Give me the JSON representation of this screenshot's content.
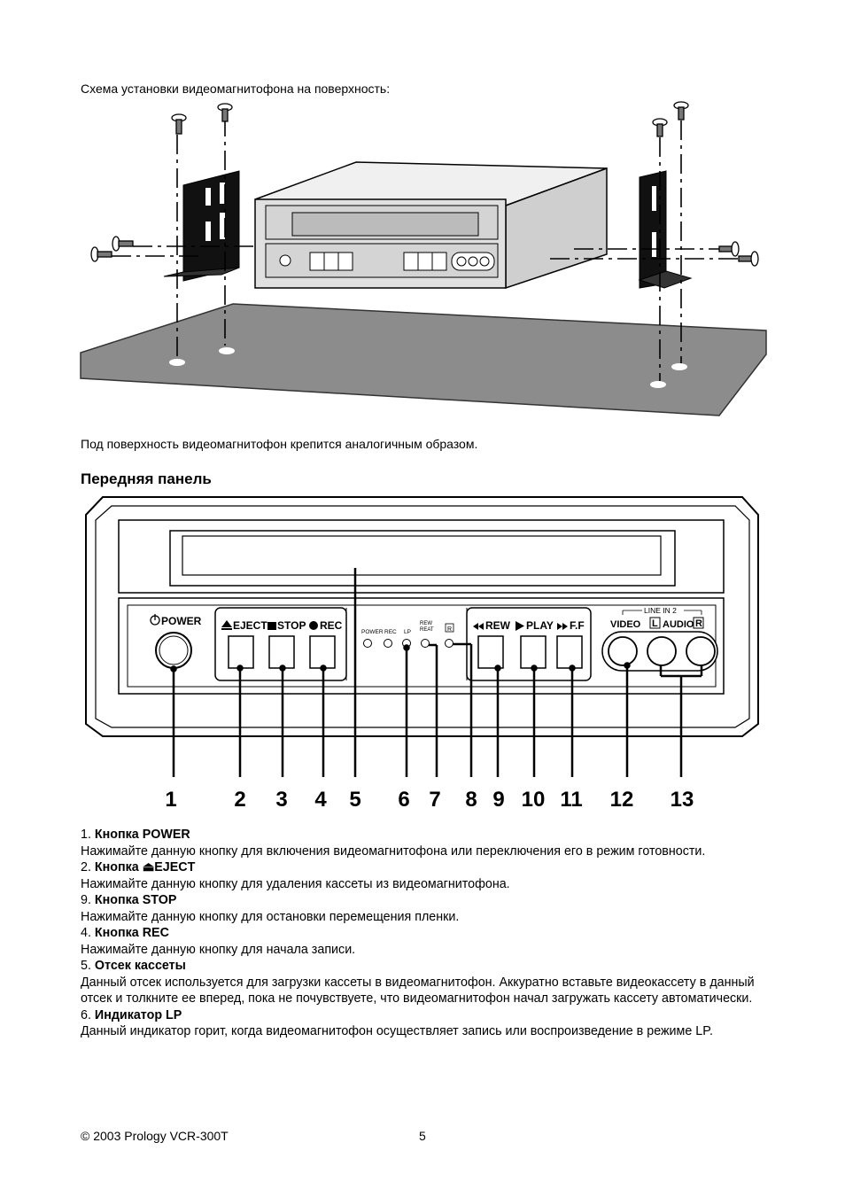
{
  "mount_caption": "Схема установки видеомагнитофона на поверхность:",
  "under_caption": "Под поверхность видеомагнитофон крепится аналогичным образом.",
  "section_title": "Передняя панель",
  "panel": {
    "power_label": "POWER",
    "eject_label": "EJECT",
    "stop_label": "STOP",
    "rec_label": "REC",
    "indicators": [
      "POWER",
      "REC",
      "LP",
      "REW",
      "REAT",
      "R"
    ],
    "rew_label": "REW",
    "play_label": "PLAY",
    "ff_label": "F.F",
    "line_in_label": "LINE IN 2",
    "video_label": "VIDEO",
    "audio_l": "L",
    "audio_label": "AUDIO",
    "audio_r": "R"
  },
  "callouts": [
    "1",
    "2",
    "3",
    "4",
    "5",
    "6",
    "7",
    "8",
    "9",
    "10",
    "11",
    "12",
    "13"
  ],
  "items": [
    {
      "num": "1.",
      "title": "Кнопка POWER",
      "text": "Нажимайте данную кнопку для включения видеомагнитофона или переключения его в режим готовности."
    },
    {
      "num": "2.",
      "title": "Кнопка ⏏EJECT",
      "text": "Нажимайте данную кнопку для удаления кассеты из видеомагнитофона."
    },
    {
      "num": "9.",
      "title": "Кнопка STOP",
      "text": "Нажимайте данную кнопку для остановки перемещения пленки."
    },
    {
      "num": "4.",
      "title": "Кнопка REC",
      "text": "Нажимайте данную кнопку для начала записи."
    },
    {
      "num": "5.",
      "title": "Отсек кассеты",
      "text": "Данный отсек используется для загрузки кассеты в видеомагнитофон. Аккуратно вставьте видеокассету в данный отсек и толкните ее вперед, пока не почувствуете, что видеомагнитофон начал загружать кассету автоматически."
    },
    {
      "num": "6.",
      "title": "Индикатор LP",
      "text": "Данный индикатор горит, когда видеомагнитофон осуществляет запись или воспроизведение в режиме LP."
    }
  ],
  "footer": {
    "copyright": "© 2003 Prology VCR-300T",
    "page_number": "5"
  }
}
